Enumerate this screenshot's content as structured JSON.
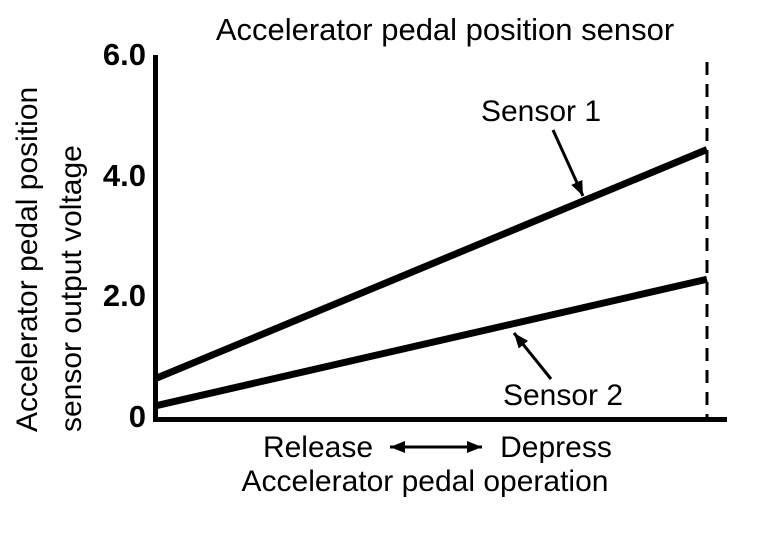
{
  "colors": {
    "ink": "#000000",
    "background": "#ffffff"
  },
  "chart_data": {
    "type": "line",
    "title": "Accelerator pedal position sensor",
    "ylabel_line1": "Accelerator pedal position",
    "ylabel_line2": "sensor output voltage",
    "xlabel": "Accelerator pedal operation",
    "x_direction_labels": {
      "left": "Release",
      "right": "Depress"
    },
    "ylim": [
      0,
      6
    ],
    "yticks": [
      0,
      2,
      4,
      6
    ],
    "ytick_labels": [
      "0",
      "2.0",
      "4.0",
      "6.0"
    ],
    "series": [
      {
        "name": "Sensor 1",
        "x": [
          0,
          1
        ],
        "values": [
          0.65,
          4.45
        ]
      },
      {
        "name": "Sensor 2",
        "x": [
          0,
          1
        ],
        "values": [
          0.2,
          2.3
        ]
      }
    ],
    "dashed_vline_x": 1,
    "grid": false,
    "legend_position": "annotated-on-plot"
  }
}
